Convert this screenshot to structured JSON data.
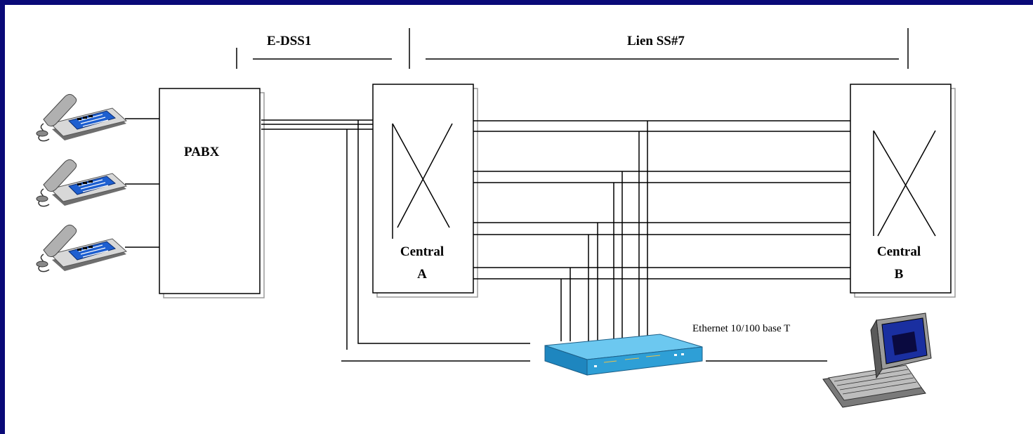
{
  "labels": {
    "edss1": "E-DSS1",
    "ss7": "Lien SS#7",
    "pabx": "PABX",
    "central_a_line1": "Central",
    "central_a_line2": "A",
    "central_b_line1": "Central",
    "central_b_line2": "B",
    "ethernet": "Ethernet 10/100 base T"
  },
  "colors": {
    "frame": "#0a0a78",
    "line": "#000000",
    "box_shadow": "#9a9a9a",
    "switch_body": "#2e9fd6",
    "screen": "#1a2fa0"
  },
  "icons": {
    "phones": [
      "phone-icon",
      "phone-icon",
      "phone-icon"
    ],
    "switch": "network-switch-icon",
    "laptop": "laptop-icon"
  }
}
